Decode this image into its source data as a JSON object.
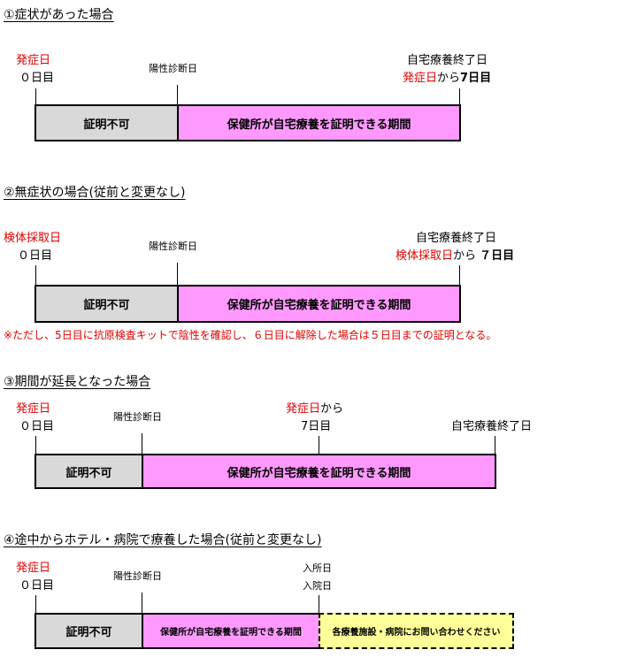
{
  "s1": {
    "title": "①症状があった場合",
    "onset": "発症日",
    "day0": "０日目",
    "diag": "陽性診断日",
    "end1": "自宅療養終了日",
    "end2a": "発症日",
    "end2b": "から",
    "end2c": "7日目",
    "gray": "証明不可",
    "pink": "保健所が自宅療養を証明できる期間"
  },
  "s2": {
    "title": "②無症状の場合(従前と変更なし)",
    "sample": "検体採取日",
    "day0": "０日目",
    "diag": "陽性診断日",
    "end1": "自宅療養終了日",
    "end2a": "検体採取日",
    "end2b": "から",
    "end2c": "７日目",
    "gray": "証明不可",
    "pink": "保健所が自宅療養を証明できる期間",
    "note": "※ただし、5日目に抗原検査キットで陰性を確認し、６日目に解除した場合は５日目までの証明となる。"
  },
  "s3": {
    "title": "③期間が延長となった場合",
    "onset": "発症日",
    "day0": "０日目",
    "diag": "陽性診断日",
    "mid1a": "発症日",
    "mid1b": "から",
    "mid2": "7日目",
    "end": "自宅療養終了日",
    "gray": "証明不可",
    "pink": "保健所が自宅療養を証明できる期間"
  },
  "s4": {
    "title": "④途中からホテル・病院で療養した場合(従前と変更なし)",
    "onset": "発症日",
    "day0": "０日目",
    "diag": "陽性診断日",
    "in1": "入所日",
    "in2": "入院日",
    "gray": "証明不可",
    "pink": "保健所が自宅療養を証明できる期間",
    "yellow": "各療養施設・病院にお問い合わせください"
  }
}
